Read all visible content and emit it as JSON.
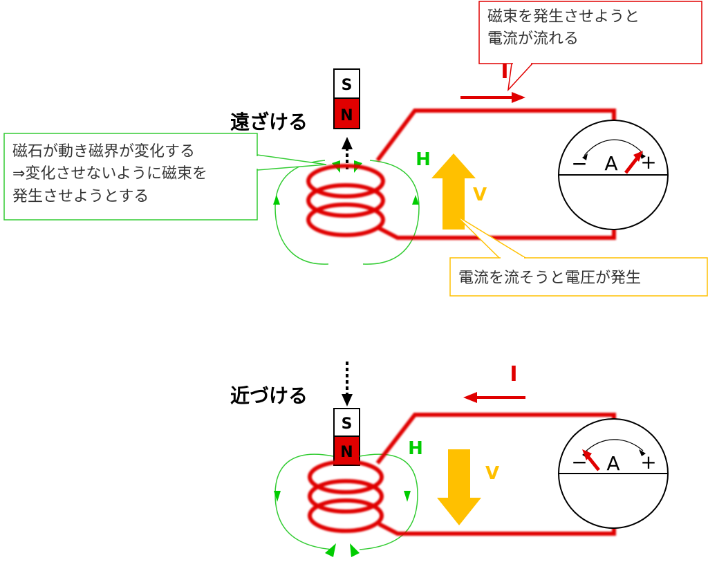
{
  "colors": {
    "wire": "#e00000",
    "field": "#00cc00",
    "voltage": "#ffc000",
    "callout_red": "#e00000",
    "callout_green": "#33cc33",
    "callout_yellow": "#ffc000",
    "magnet_n": "#e00000",
    "text": "#000000",
    "meter_needle": "#e00000"
  },
  "top": {
    "action_label": "遠ざける",
    "magnet_s": "S",
    "magnet_n": "N",
    "current_label": "I",
    "field_label": "H",
    "voltage_label": "V",
    "meter": {
      "minus": "−",
      "center": "A",
      "plus": "+"
    },
    "callout_current": [
      "磁束を発生させようと",
      "電流が流れる"
    ],
    "callout_field": [
      "磁石が動き磁界が変化する",
      "⇒変化させないように磁束を",
      "発生させようとする"
    ],
    "callout_voltage": "電流を流そうと電圧が発生"
  },
  "bottom": {
    "action_label": "近づける",
    "magnet_s": "S",
    "magnet_n": "N",
    "current_label": "I",
    "field_label": "H",
    "voltage_label": "V",
    "meter": {
      "minus": "−",
      "center": "A",
      "plus": "+"
    }
  }
}
